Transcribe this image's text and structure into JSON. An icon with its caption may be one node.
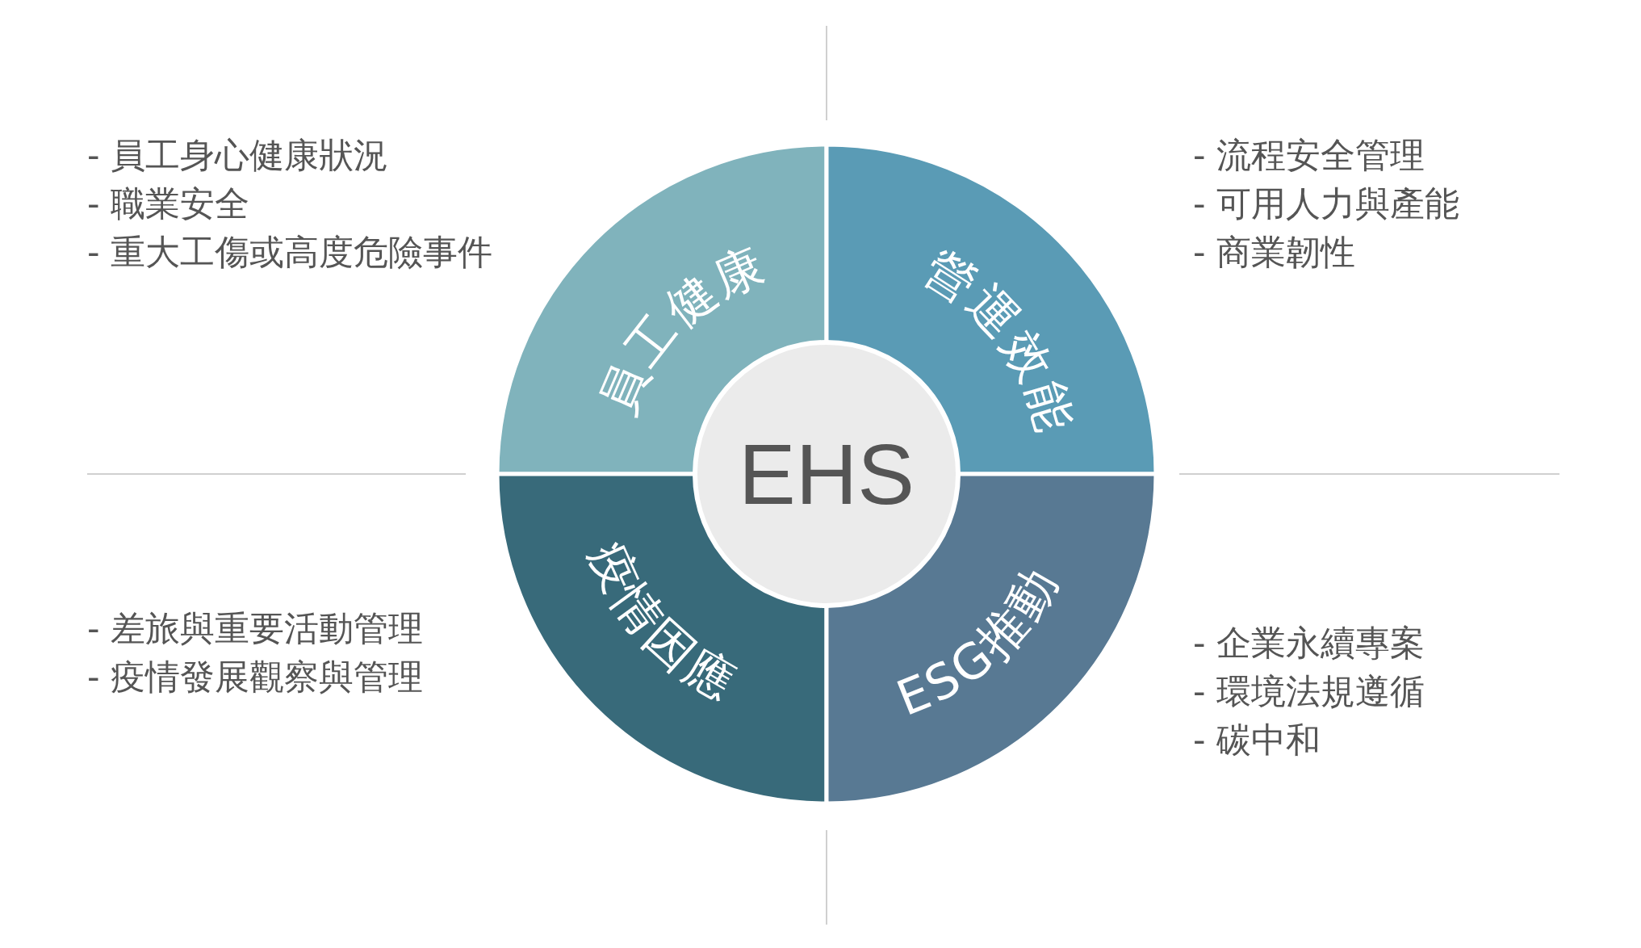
{
  "diagram": {
    "nodes": [
      {
        "text": [
          "員工健康"
        ],
        "beside": [
          "- 員工身心健康狀況",
          "- 職業安全",
          "- 重大工傷或高度危險事件"
        ]
      },
      {
        "text": [
          "營運效能"
        ],
        "beside": [
          "- 流程安全管理",
          "- 可用人力與產能",
          "- 商業韌性"
        ]
      },
      {
        "text": [
          "EHS"
        ]
      },
      {
        "text": [
          "疫情因應"
        ],
        "beside": [
          "- 差旅與重要活動管理",
          "- 疫情發展觀察與管理"
        ]
      },
      {
        "text": [
          "ESG推動"
        ],
        "beside": [
          "- 企業永續專案",
          "- 環境法規遵循",
          "- 碳中和"
        ]
      }
    ],
    "edges": []
  }
}
